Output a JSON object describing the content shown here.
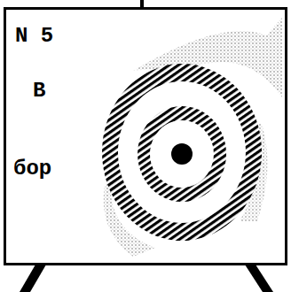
{
  "diagram": {
    "nodes": [
      {
        "text": [
          "N 5",
          "B",
          "бор"
        ]
      }
    ]
  }
}
